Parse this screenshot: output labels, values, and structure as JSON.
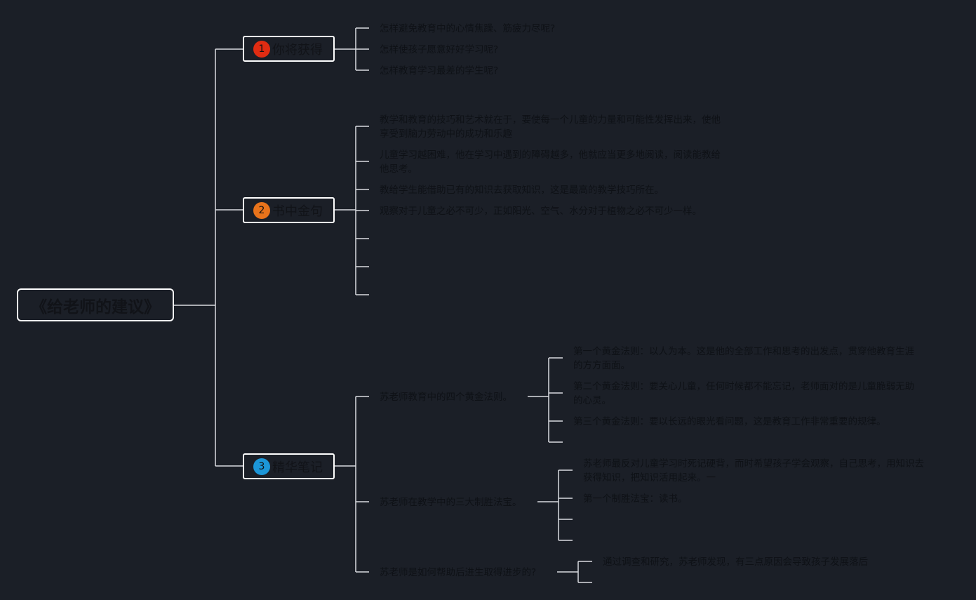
{
  "root": {
    "title": "《给老师的建议》"
  },
  "colors": {
    "badge1": "#e02c12",
    "badge2": "#e8731b",
    "badge3": "#1c96d8",
    "line": "#d9dbe0"
  },
  "branches": [
    {
      "number": "1",
      "label": "你将获得",
      "items": [
        "怎样避免教育中的心情焦躁、筋疲力尽呢?",
        "怎样使孩子愿意好好学习呢?",
        "怎样教育学习最差的学生呢?"
      ]
    },
    {
      "number": "2",
      "label": "书中金句",
      "items": [
        "教学和教育的技巧和艺术就在于，要使每一个儿童的力量和可能性发挥出来，使他享受到脑力劳动中的成功和乐趣",
        "儿童学习越困难，他在学习中遇到的障碍越多，他就应当更多地阅读，阅读能教给他思考。",
        "教给学生能借助已有的知识去获取知识，这是最高的教学技巧所在。",
        "观察对于儿童之必不可少，正如阳光、空气、水分对于植物之必不可少一样。"
      ]
    },
    {
      "number": "3",
      "label": "精华笔记",
      "items": [
        {
          "label": "苏老师教育中的四个黄金法则。",
          "children": [
            "第一个黄金法则：以人为本。这是他的全部工作和思考的出发点，贯穿他教育生涯的方方面面。",
            "第二个黄金法则：要关心儿童，任何时候都不能忘记，老师面对的是儿童脆弱无助的心灵。",
            "第三个黄金法则：要以长远的眼光看问题，这是教育工作非常重要的规律。"
          ]
        },
        {
          "label": "苏老师在教学中的三大制胜法宝。",
          "children": [
            "苏老师最反对儿童学习时死记硬背，而时希望孩子学会观察，自己思考，用知识去获得知识，把知识活用起来。一",
            "第一个制胜法宝：读书。"
          ]
        },
        {
          "label": "苏老师是如何帮助后进生取得进步的?",
          "children": [
            "通过调查和研究，苏老师发现，有三点原因会导致孩子发展落后"
          ]
        }
      ]
    }
  ]
}
